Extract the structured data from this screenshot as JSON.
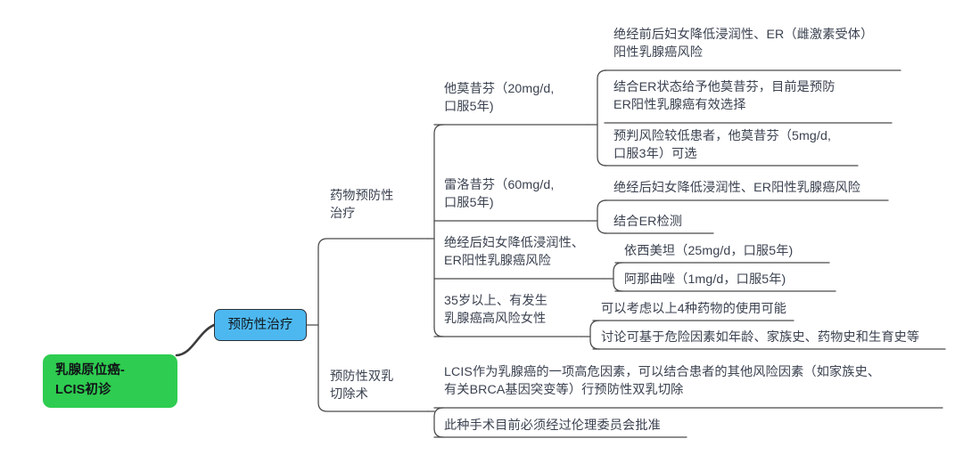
{
  "diagram": {
    "type": "mind-map",
    "title": "乳腺原位癌-LCIS初诊 预防性治疗思维导图",
    "colors": {
      "root_fill": "#2ECC50",
      "level1_fill": "#4DB8F0",
      "level1_border": "#2b3038",
      "text": "#3b4250",
      "connector": "#4a4a4a",
      "root_connector": "#3c3c3c"
    }
  },
  "nodes": {
    "root": {
      "label": "乳腺原位癌-\nLCIS初诊"
    },
    "level1": {
      "label": "预防性治疗"
    },
    "branch_drug": {
      "label": "药物预防性\n治疗"
    },
    "branch_surgery": {
      "label": "预防性双乳\n切除术"
    },
    "tamoxifen": {
      "label": "他莫昔芬（20mg/d,\n口服5年)"
    },
    "raloxifene": {
      "label": "雷洛昔芬（60mg/d,\n口服5年)"
    },
    "postmenopausal": {
      "label": "绝经后妇女降低浸润性、\nER阳性乳腺癌风险"
    },
    "high_risk_women": {
      "label": "35岁以上、有发生\n乳腺癌高风险女性"
    },
    "tam_leaf_1": {
      "label": "绝经前后妇女降低浸润性、ER（雌激素受体）\n阳性乳腺癌风险"
    },
    "tam_leaf_2": {
      "label": "结合ER状态给予他莫昔芬，目前是预防\nER阳性乳腺癌有效选择"
    },
    "tam_leaf_3": {
      "label": "预判风险较低患者，他莫昔芬（5mg/d,\n口服3年）可选"
    },
    "ral_leaf_1": {
      "label": "绝经后妇女降低浸润性、ER阳性乳腺癌风险"
    },
    "ral_leaf_2": {
      "label": "结合ER检测"
    },
    "post_leaf_1": {
      "label": "依西美坦（25mg/d，口服5年)"
    },
    "post_leaf_2": {
      "label": "阿那曲唑（1mg/d，口服5年)"
    },
    "risk_leaf_1": {
      "label": "可以考虑以上4种药物的使用可能"
    },
    "risk_leaf_2": {
      "label": "讨论可基于危险因素如年龄、家族史、药物史和生育史等"
    },
    "surg_leaf_1": {
      "label": "LCIS作为乳腺癌的一项高危因素，可以结合患者的其他风险因素（如家族史、\n有关BRCA基因突变等）行预防性双乳切除"
    },
    "surg_leaf_2": {
      "label": "此种手术目前必须经过伦理委员会批准"
    }
  }
}
